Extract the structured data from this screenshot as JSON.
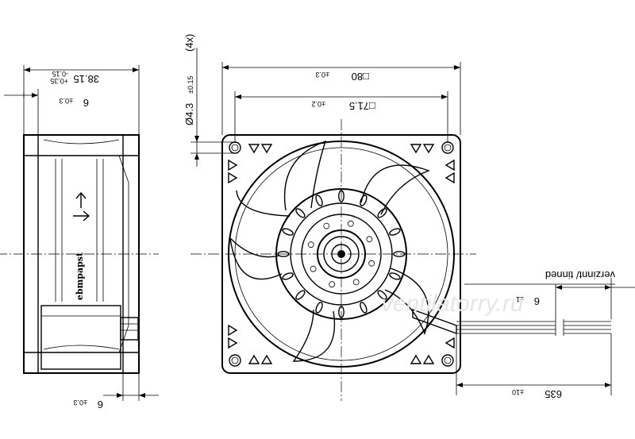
{
  "dimensions": {
    "side_width_main": "38.15",
    "side_width_tol_upper": "+0.35",
    "side_width_tol_lower": "-0.15",
    "side_offset_top": "6",
    "side_offset_top_tol": "±0.3",
    "side_offset_bottom": "6",
    "side_offset_bottom_tol": "±0.3",
    "frame_size": "□80",
    "frame_size_tol": "±0.3",
    "hole_pitch": "□71.5",
    "hole_pitch_tol": "±0.2",
    "hole_diameter": "Ø4.3",
    "hole_diameter_tol": "±0.15",
    "hole_count": "(4x)",
    "lead_length": "635",
    "lead_length_tol": "±10",
    "strip_length": "6",
    "strip_length_tol": "±1"
  },
  "labels": {
    "lead_note": "verzinnt/ tinned",
    "brand": "ebmpapst"
  },
  "watermark": "ventilatorry.ru"
}
